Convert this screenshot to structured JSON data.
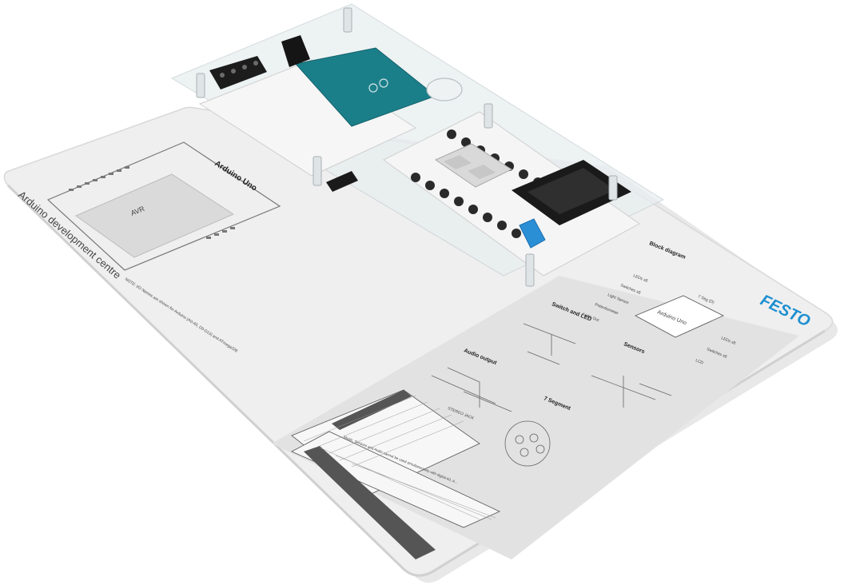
{
  "scene": {
    "description_free": true,
    "brand": {
      "logo_text": "FESTO",
      "color": "#1d8fd0"
    },
    "board": {
      "title": "Arduino development centre",
      "board_color": "#ececec",
      "edge_color": "#dcdcdc"
    },
    "left_panel": {
      "title": "Arduino Uno",
      "chip_label": "AVR",
      "note": "NOTE: I/O Names are shown for Arduino (A0-A5, D0-D13) and ATmega328"
    },
    "block_diagram": {
      "title": "Block diagram",
      "center": "Arduino Uno",
      "left_inputs": [
        "LEDs x8",
        "Switches x8",
        "Light Sensor",
        "Potentiometer",
        "Audio Out"
      ],
      "right_outputs": [
        "7 Seg (D)",
        "LEDs x8",
        "Switches x8",
        "LCD"
      ]
    },
    "sections": {
      "switch_led": "Switch and LED",
      "audio": "Audio output",
      "sensors": "Sensors",
      "seven_seg": "7 Segment",
      "stereo_jack": "STEREO JACK"
    },
    "table": {
      "note": "Music, Sensors and Audio cannot be used simultaneously with digital A0, A..."
    },
    "colors": {
      "arduino_pcb": "#1b7f8a",
      "white_pcb": "#f4f4f4",
      "acrylic": "#e9eef0",
      "potentiometer": "#2b8fd6",
      "black_parts": "#1a1a1a",
      "lcd_green": "#3d6b2f"
    }
  }
}
